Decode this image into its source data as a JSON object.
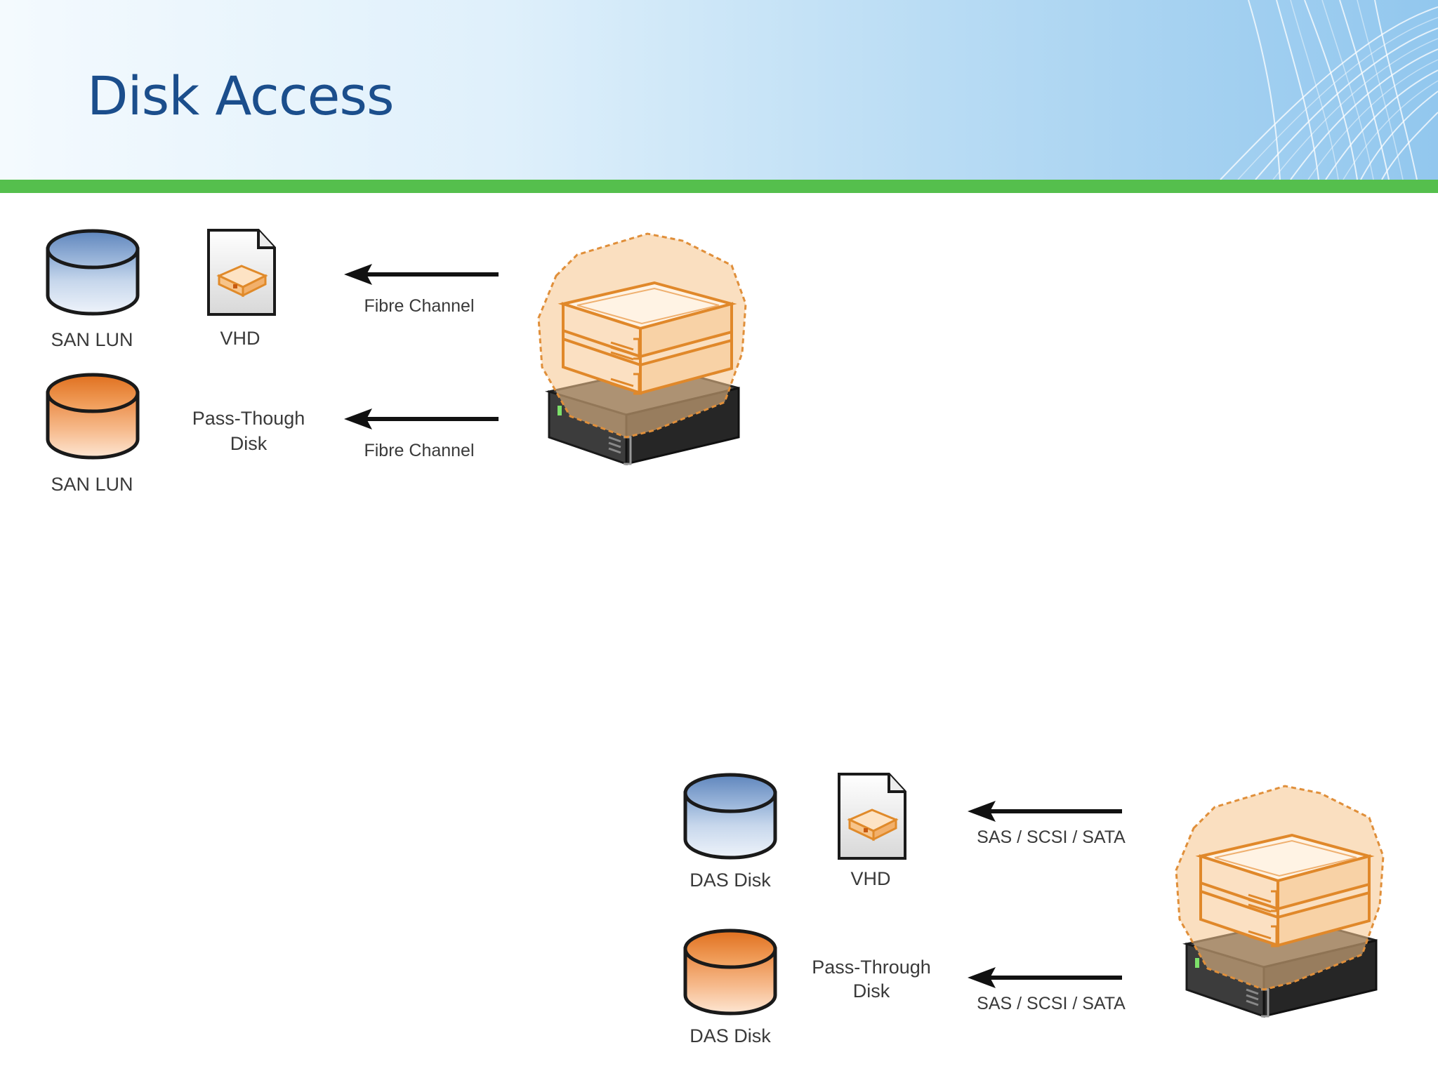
{
  "slide": {
    "title": "Disk Access",
    "colors": {
      "title": "#1b4e8c",
      "accent_bar": "#55bf4d",
      "arrow": "#111111"
    }
  },
  "san_diagram": {
    "disk1_label": "SAN LUN",
    "vhd_label": "VHD",
    "disk2_label": "SAN LUN",
    "pass_through_label_line1": "Pass-Though",
    "pass_through_label_line2": "Disk",
    "link1_label": "Fibre Channel",
    "link2_label": "Fibre Channel"
  },
  "das_diagram": {
    "disk1_label": "DAS Disk",
    "vhd_label": "VHD",
    "disk2_label": "DAS Disk",
    "pass_through_label_line1": "Pass-Through",
    "pass_through_label_line2": "Disk",
    "link1_label": "SAS / SCSI / SATA",
    "link2_label": "SAS / SCSI / SATA"
  },
  "icons": {
    "blue_disk": "database-cylinder-blue-icon",
    "orange_disk": "database-cylinder-orange-icon",
    "vhd": "vhd-file-icon",
    "host": "virtualized-server-host-icon",
    "arrow": "arrow-left-icon"
  }
}
